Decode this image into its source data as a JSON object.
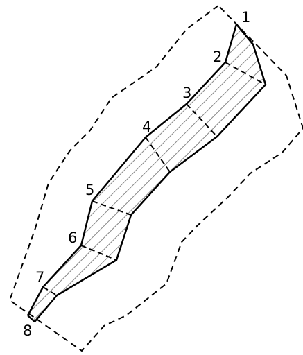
{
  "diagram": {
    "stations": [
      {
        "label": "1"
      },
      {
        "label": "2"
      },
      {
        "label": "3"
      },
      {
        "label": "4"
      },
      {
        "label": "5"
      },
      {
        "label": "6"
      },
      {
        "label": "7"
      },
      {
        "label": "8"
      }
    ],
    "colors": {
      "lines": "#000000",
      "hatch": "#6a6a6a",
      "background": "#ffffff"
    }
  }
}
